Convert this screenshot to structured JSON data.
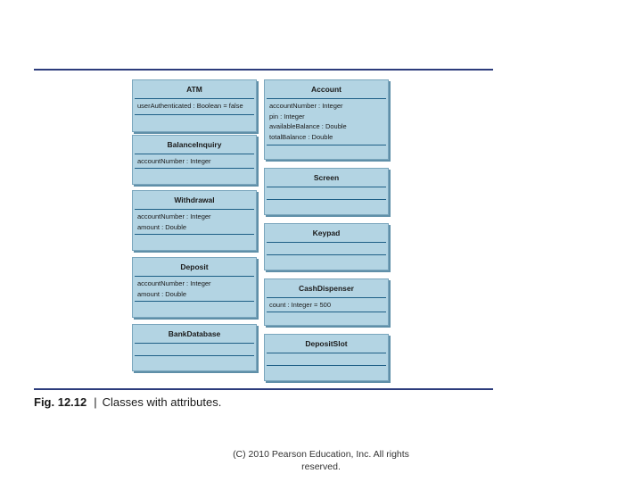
{
  "classes": [
    {
      "name": "ATM",
      "attributes": [
        "userAuthenticated : Boolean = false"
      ]
    },
    {
      "name": "Account",
      "attributes": [
        "accountNumber : Integer",
        "pin : Integer",
        "availableBalance : Double",
        "totalBalance : Double"
      ]
    },
    {
      "name": "BalanceInquiry",
      "attributes": [
        "accountNumber : Integer"
      ]
    },
    {
      "name": "Screen",
      "attributes": []
    },
    {
      "name": "Withdrawal",
      "attributes": [
        "accountNumber : Integer",
        "amount : Double"
      ]
    },
    {
      "name": "Keypad",
      "attributes": []
    },
    {
      "name": "Deposit",
      "attributes": [
        "accountNumber : Integer",
        "amount : Double"
      ]
    },
    {
      "name": "CashDispenser",
      "attributes": [
        "count : Integer = 500"
      ]
    },
    {
      "name": "BankDatabase",
      "attributes": []
    },
    {
      "name": "DepositSlot",
      "attributes": []
    }
  ],
  "caption": {
    "label": "Fig. 12.12",
    "separator": "|",
    "text": "Classes with attributes."
  },
  "footer": {
    "line1": "(C) 2010 Pearson Education, Inc.  All rights",
    "line2": "reserved."
  },
  "colors": {
    "box_fill": "#b3d4e3",
    "divider": "#1e5f86",
    "rule": "#2c3c7c"
  }
}
